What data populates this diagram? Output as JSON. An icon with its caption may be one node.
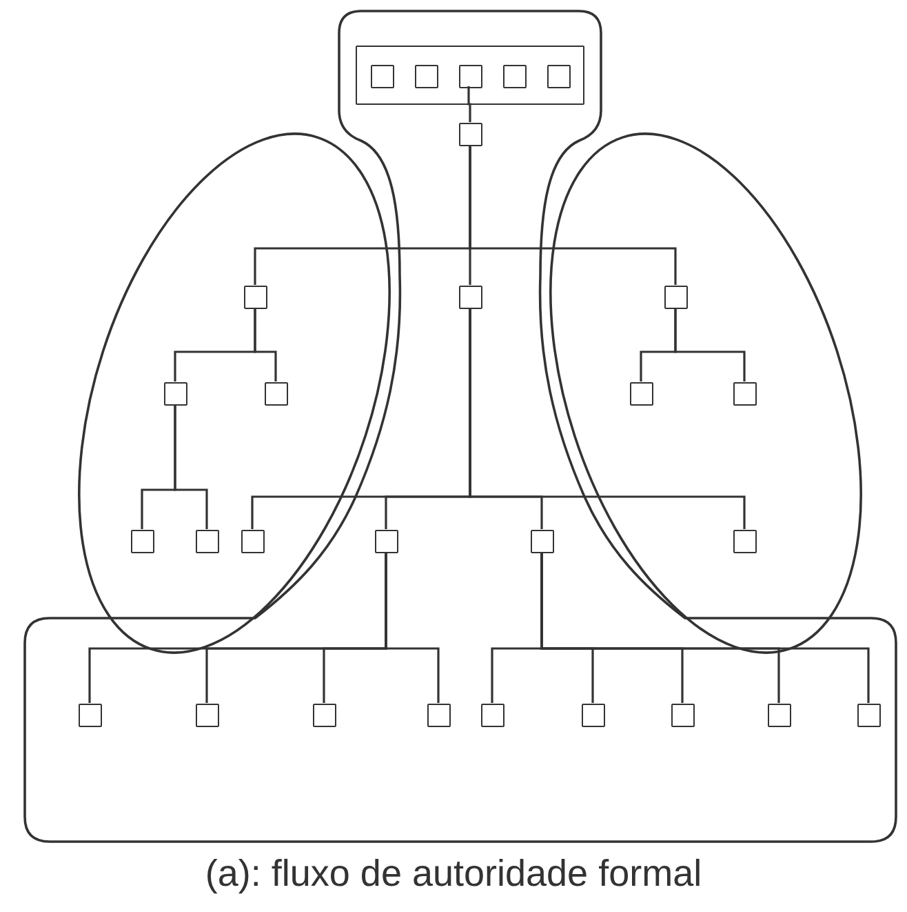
{
  "diagram": {
    "caption": "(a): fluxo de autoridade formal",
    "nodes": [
      {
        "text": [],
        "shape": "outline"
      },
      {
        "text": [],
        "shape": "ellipse"
      },
      {
        "text": [],
        "shape": "ellipse"
      },
      {
        "text": [],
        "shape": "box",
        "in": 0
      },
      {
        "text": [],
        "shape": "box",
        "in": 3
      },
      {
        "text": [],
        "shape": "box",
        "in": 3
      },
      {
        "text": [],
        "shape": "box",
        "in": 3
      },
      {
        "text": [],
        "shape": "box",
        "in": 3
      },
      {
        "text": [],
        "shape": "box",
        "in": 3
      },
      {
        "text": [],
        "shape": "box",
        "in": 0
      },
      {
        "text": [],
        "shape": "box",
        "in": 1
      },
      {
        "text": [],
        "shape": "box",
        "in": 0
      },
      {
        "text": [],
        "shape": "box",
        "in": 2
      },
      {
        "text": [],
        "shape": "box",
        "in": 1
      },
      {
        "text": [],
        "shape": "box",
        "in": 1
      },
      {
        "text": [],
        "shape": "box",
        "in": 2
      },
      {
        "text": [],
        "shape": "box",
        "in": 2
      },
      {
        "text": [],
        "shape": "box",
        "in": 1
      },
      {
        "text": [],
        "shape": "box",
        "in": 1
      },
      {
        "text": [],
        "shape": "box",
        "in": 1
      },
      {
        "text": [],
        "shape": "box",
        "in": 0
      },
      {
        "text": [],
        "shape": "box",
        "in": 0
      },
      {
        "text": [],
        "shape": "box",
        "in": 2
      },
      {
        "text": [],
        "shape": "box",
        "in": 0
      },
      {
        "text": [],
        "shape": "box",
        "in": 0
      },
      {
        "text": [],
        "shape": "box",
        "in": 0
      },
      {
        "text": [],
        "shape": "box",
        "in": 0
      },
      {
        "text": [],
        "shape": "box",
        "in": 0
      },
      {
        "text": [],
        "shape": "box",
        "in": 0
      },
      {
        "text": [],
        "shape": "box",
        "in": 0
      },
      {
        "text": [],
        "shape": "box",
        "in": 0
      },
      {
        "text": [],
        "shape": "box",
        "in": 0
      }
    ],
    "edges": [
      {
        "from": 6,
        "to": 9,
        "arrow": "none"
      },
      {
        "from": 9,
        "to": 10,
        "arrow": "none"
      },
      {
        "from": 9,
        "to": 11,
        "arrow": "none"
      },
      {
        "from": 9,
        "to": 12,
        "arrow": "none"
      },
      {
        "from": 10,
        "to": 13,
        "arrow": "none"
      },
      {
        "from": 10,
        "to": 14,
        "arrow": "none"
      },
      {
        "from": 12,
        "to": 15,
        "arrow": "none"
      },
      {
        "from": 12,
        "to": 16,
        "arrow": "none"
      },
      {
        "from": 13,
        "to": 17,
        "arrow": "none"
      },
      {
        "from": 13,
        "to": 18,
        "arrow": "none"
      },
      {
        "from": 11,
        "to": 19,
        "arrow": "none"
      },
      {
        "from": 11,
        "to": 20,
        "arrow": "none"
      },
      {
        "from": 11,
        "to": 21,
        "arrow": "none"
      },
      {
        "from": 11,
        "to": 22,
        "arrow": "none"
      },
      {
        "from": 20,
        "to": 23,
        "arrow": "none"
      },
      {
        "from": 20,
        "to": 24,
        "arrow": "none"
      },
      {
        "from": 20,
        "to": 25,
        "arrow": "none"
      },
      {
        "from": 20,
        "to": 26,
        "arrow": "none"
      },
      {
        "from": 21,
        "to": 27,
        "arrow": "none"
      },
      {
        "from": 21,
        "to": 28,
        "arrow": "none"
      },
      {
        "from": 21,
        "to": 29,
        "arrow": "none"
      },
      {
        "from": 21,
        "to": 30,
        "arrow": "none"
      },
      {
        "from": 21,
        "to": 31,
        "arrow": "none"
      }
    ]
  }
}
